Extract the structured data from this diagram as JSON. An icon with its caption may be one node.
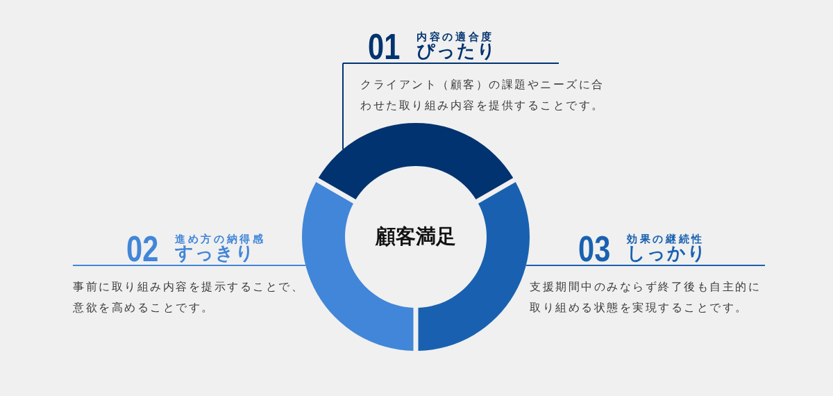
{
  "diagram": {
    "nodes": [
      {
        "text": [
          "01",
          "内容の適合度",
          "ぴったり",
          "クライアント（顧客）の課題やニーズに合わせた取り組み内容を提供することです。"
        ]
      },
      {
        "text": [],
        "shape": "arc"
      },
      {
        "text": [
          "02",
          "進め方の納得感",
          "すっきり",
          "事前に取り組み内容を提示することで、意欲を高めることです。"
        ]
      },
      {
        "text": [],
        "shape": "arc"
      },
      {
        "text": [],
        "shape": "arc"
      },
      {
        "text": [
          "03",
          "効果の継続性",
          "しっかり",
          "支援期間中のみならず終了後も自主的に取り組める状態を実現することです。"
        ]
      }
    ],
    "edges": [
      {
        "from": 0,
        "to": 1,
        "arrow": "none",
        "color": "#003370"
      },
      {
        "from": 2,
        "to": 3,
        "arrow": "none",
        "color": "#4186d8"
      },
      {
        "from": 5,
        "to": 4,
        "arrow": "none",
        "color": "#1961b0"
      }
    ],
    "labels": [
      "顧客満足"
    ]
  }
}
